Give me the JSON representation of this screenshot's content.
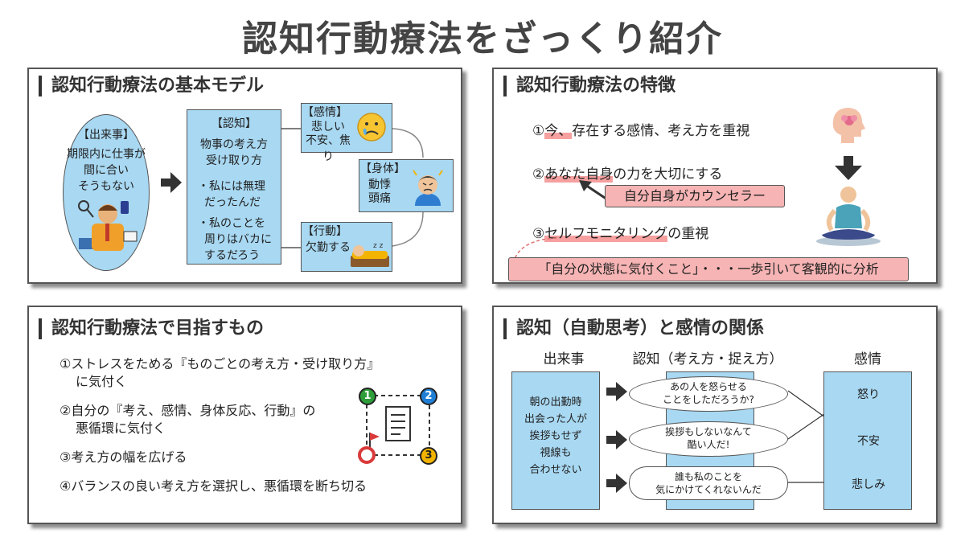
{
  "title": "認知行動療法をざっくり紹介",
  "panel1": {
    "title": "認知行動療法の基本モデル",
    "event_label": "【出来事】",
    "event_lines": [
      "期限内に仕事が",
      "間に合い",
      "そうもない"
    ],
    "cognition_label": "【認知】",
    "cognition_lines": [
      "物事の考え方",
      "受け取り方"
    ],
    "cognition_examples": [
      "・私には無理",
      "だったんだ",
      "・私のことを",
      "周りはバカに",
      "するだろう"
    ],
    "emotion_label": "【感情】",
    "emotion_lines": [
      "悲しい",
      "不安、焦り"
    ],
    "body_label": "【身体】",
    "body_lines": [
      "動悸",
      "頭痛"
    ],
    "action_label": "【行動】",
    "action_lines": [
      "欠勤する"
    ]
  },
  "panel2": {
    "title": "認知行動療法の特徴",
    "item1_pre": "①",
    "item1_hl": "今、",
    "item1_post": "存在する感情、考え方を重視",
    "item2_pre": "②",
    "item2_hl": "あなた自身",
    "item2_post": "の力を大切にする",
    "callout1": "自分自身がカウンセラー",
    "item3_pre": "③",
    "item3_hl": "セルフモニタリング",
    "item3_post": "の重視",
    "callout2": "「自分の状態に気付くこと」・・・一歩引いて客観的に分析"
  },
  "panel3": {
    "title": "認知行動療法で目指すもの",
    "items": [
      [
        "①ストレスをためる『ものごとの考え方・受け取り方』",
        "に気付く"
      ],
      [
        "②自分の『考え、感情、身体反応、行動』の",
        "悪循環に気付く"
      ],
      [
        "③考え方の幅を広げる"
      ],
      [
        "④バランスの良い考え方を選択し、悪循環を断ち切る"
      ]
    ],
    "cycle_nums": [
      "1",
      "2",
      "3"
    ]
  },
  "panel4": {
    "title": "認知（自動思考）と感情の関係",
    "col_event": "出来事",
    "col_cognition": "認知（考え方・捉え方）",
    "col_emotion": "感情",
    "event_lines": [
      "朝の出勤時",
      "出会った人が",
      "挨拶もせず",
      "視線も",
      "合わせない"
    ],
    "thoughts": [
      [
        "あの人を怒らせる",
        "ことをしただろうか?"
      ],
      [
        "挨拶もしないなんて",
        "酷い人だ!"
      ],
      [
        "誰も私のことを",
        "気にかけてくれないんだ"
      ]
    ],
    "emotions": [
      "怒り",
      "不安",
      "悲しみ"
    ]
  },
  "colors": {
    "blue_box": "#a8d8f2",
    "pink_callout": "#f7b4b4",
    "highlight": "#f6a0a0",
    "circle_green": "#2e9d3a",
    "circle_blue": "#1f7fd6",
    "circle_yellow": "#f2b400",
    "flag_red": "#d93a3a"
  }
}
